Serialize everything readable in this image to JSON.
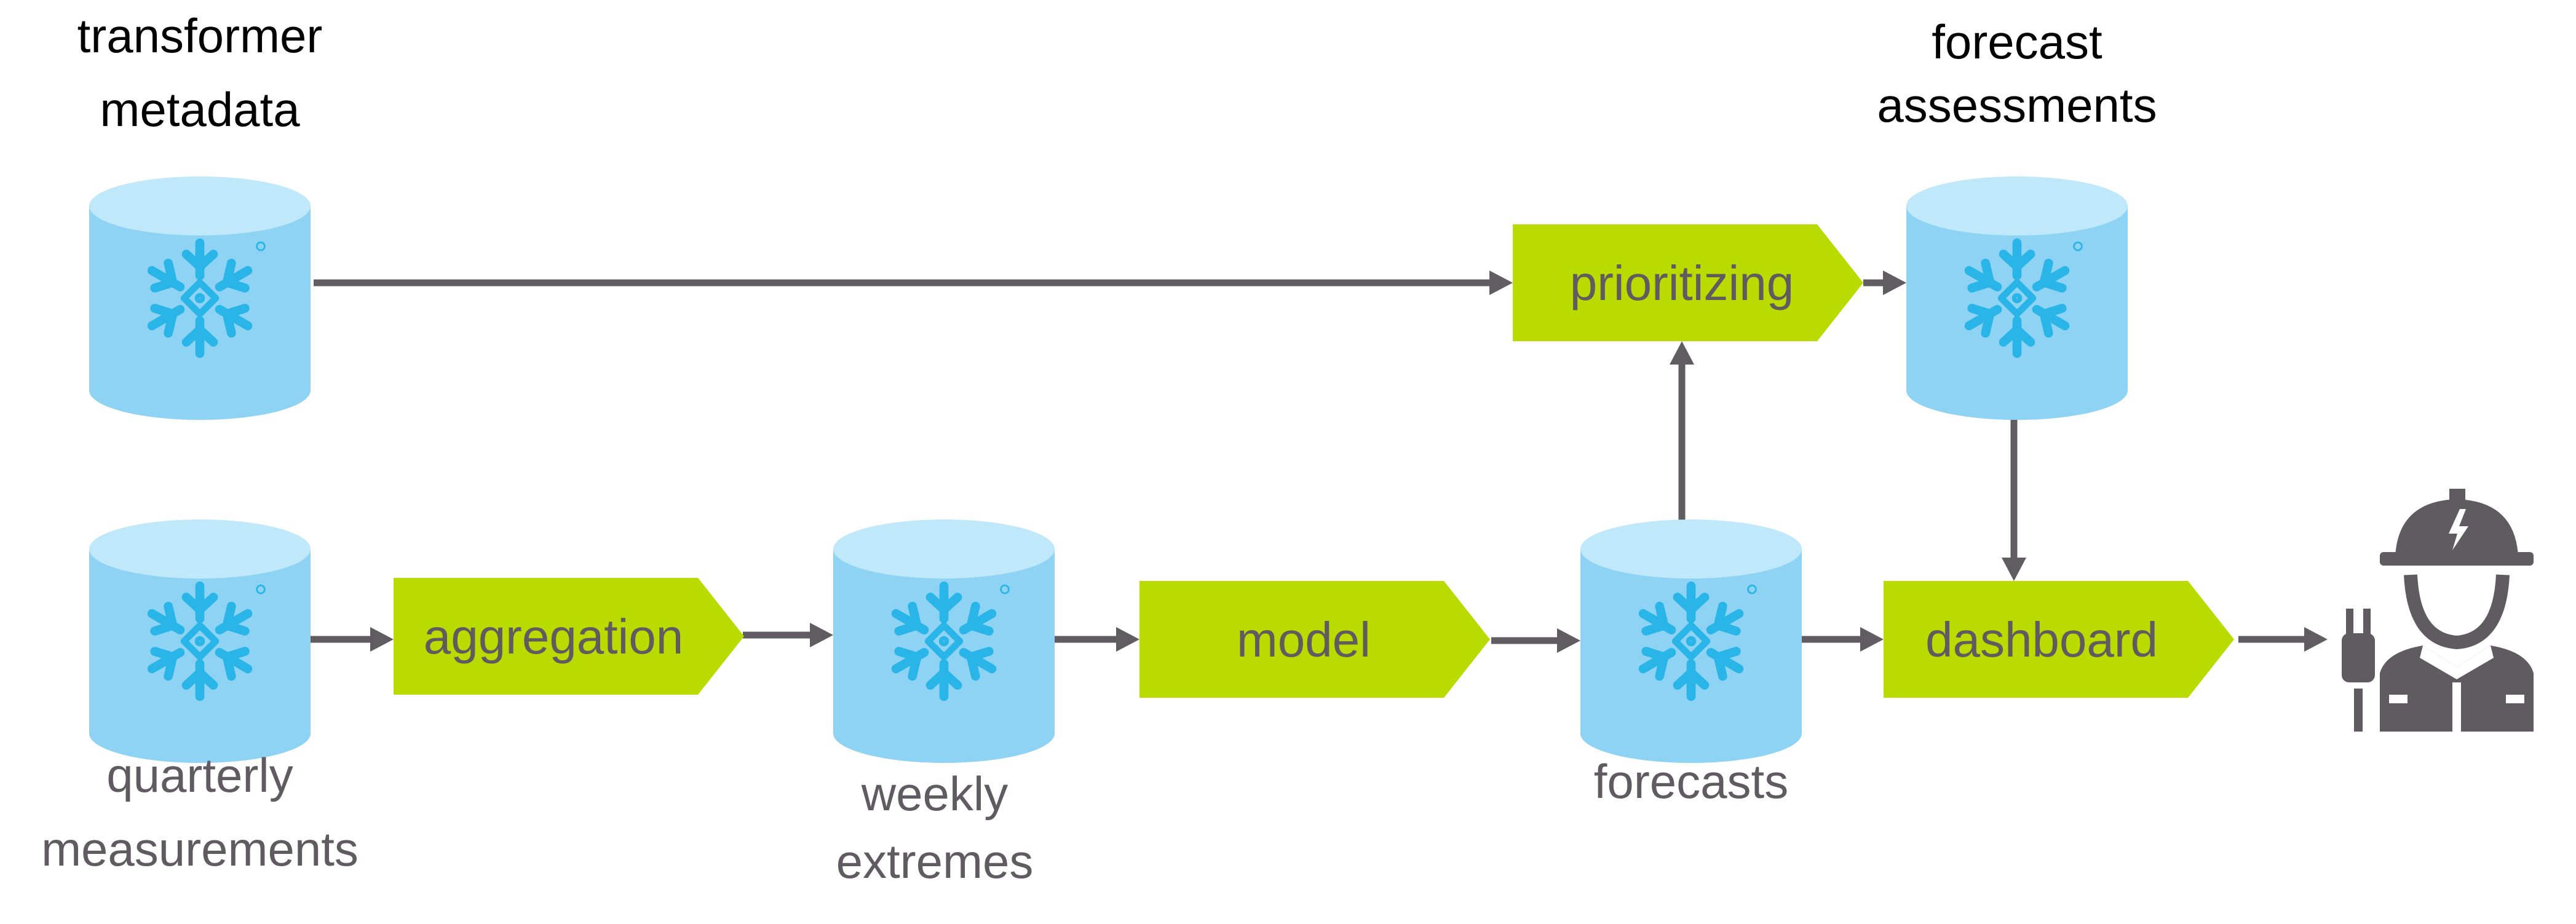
{
  "colors": {
    "cylinder_body": "#8ed3f3",
    "cylinder_top": "#bfe8fa",
    "snowflake": "#29b5e8",
    "step": "#badb00",
    "connector": "#605c61",
    "label_dark": "#000000",
    "label_gray": "#5f5b60",
    "person": "#5f5b60"
  },
  "datastores": [
    {
      "id": "transformer-metadata",
      "icon": "snowflake-database-icon",
      "label_lines": [
        "transformer",
        "metadata"
      ]
    },
    {
      "id": "quarterly-measurements",
      "icon": "snowflake-database-icon",
      "label_lines": [
        "quarterly",
        "measurements"
      ]
    },
    {
      "id": "weekly-extremes",
      "icon": "snowflake-database-icon",
      "label_lines": [
        "weekly",
        "extremes"
      ]
    },
    {
      "id": "forecasts",
      "icon": "snowflake-database-icon",
      "label_lines": [
        "forecasts"
      ]
    },
    {
      "id": "forecast-assessments",
      "icon": "snowflake-database-icon",
      "label_lines": [
        "forecast",
        "assessments"
      ]
    }
  ],
  "steps": [
    {
      "id": "aggregation",
      "label": "aggregation"
    },
    {
      "id": "model",
      "label": "model"
    },
    {
      "id": "prioritizing",
      "label": "prioritizing"
    },
    {
      "id": "dashboard",
      "label": "dashboard"
    }
  ],
  "end_user": {
    "icon": "engineer-with-plug-icon"
  },
  "flows": [
    {
      "from": "transformer-metadata",
      "to": "prioritizing"
    },
    {
      "from": "quarterly-measurements",
      "to": "aggregation"
    },
    {
      "from": "aggregation",
      "to": "weekly-extremes"
    },
    {
      "from": "weekly-extremes",
      "to": "model"
    },
    {
      "from": "model",
      "to": "forecasts"
    },
    {
      "from": "forecasts",
      "to": "prioritizing"
    },
    {
      "from": "forecasts",
      "to": "dashboard"
    },
    {
      "from": "prioritizing",
      "to": "forecast-assessments"
    },
    {
      "from": "forecast-assessments",
      "to": "dashboard"
    },
    {
      "from": "dashboard",
      "to": "end-user"
    }
  ]
}
